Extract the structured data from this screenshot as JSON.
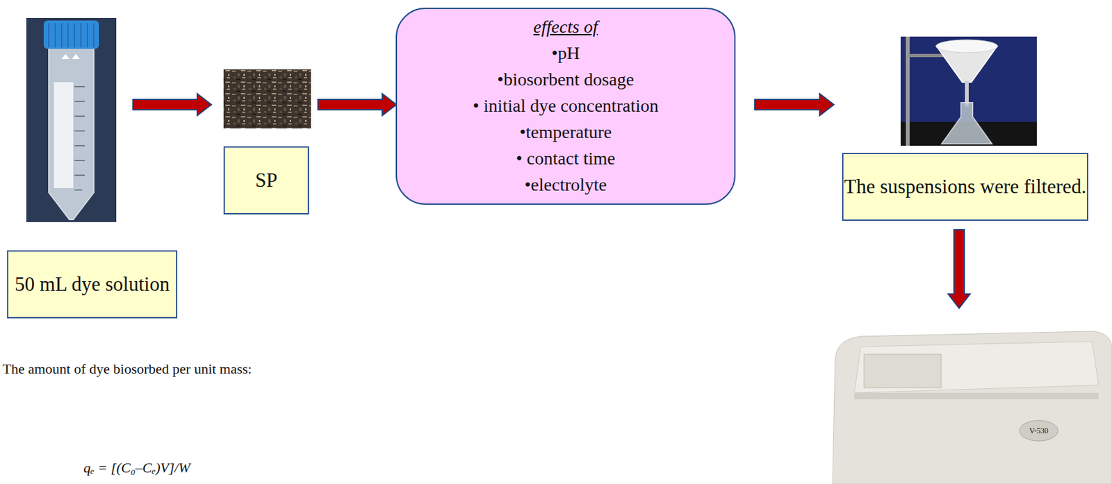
{
  "diagram": {
    "nodes": [
      {
        "text": [
          "50 mL dye solution"
        ]
      },
      {
        "text": [
          "SP"
        ]
      },
      {
        "text": [
          "effects of",
          "•pH",
          "•biosorbent dosage",
          "• initial dye concentration",
          "•temperature",
          "• contact time",
          "•electrolyte"
        ]
      },
      {
        "text": [
          "The suspensions were filtered."
        ]
      }
    ],
    "labels": [
      "The amount of dye biosorbed per unit mass:",
      "qₑ = [(C₀–Cₑ)V]/W",
      "V-530"
    ]
  }
}
